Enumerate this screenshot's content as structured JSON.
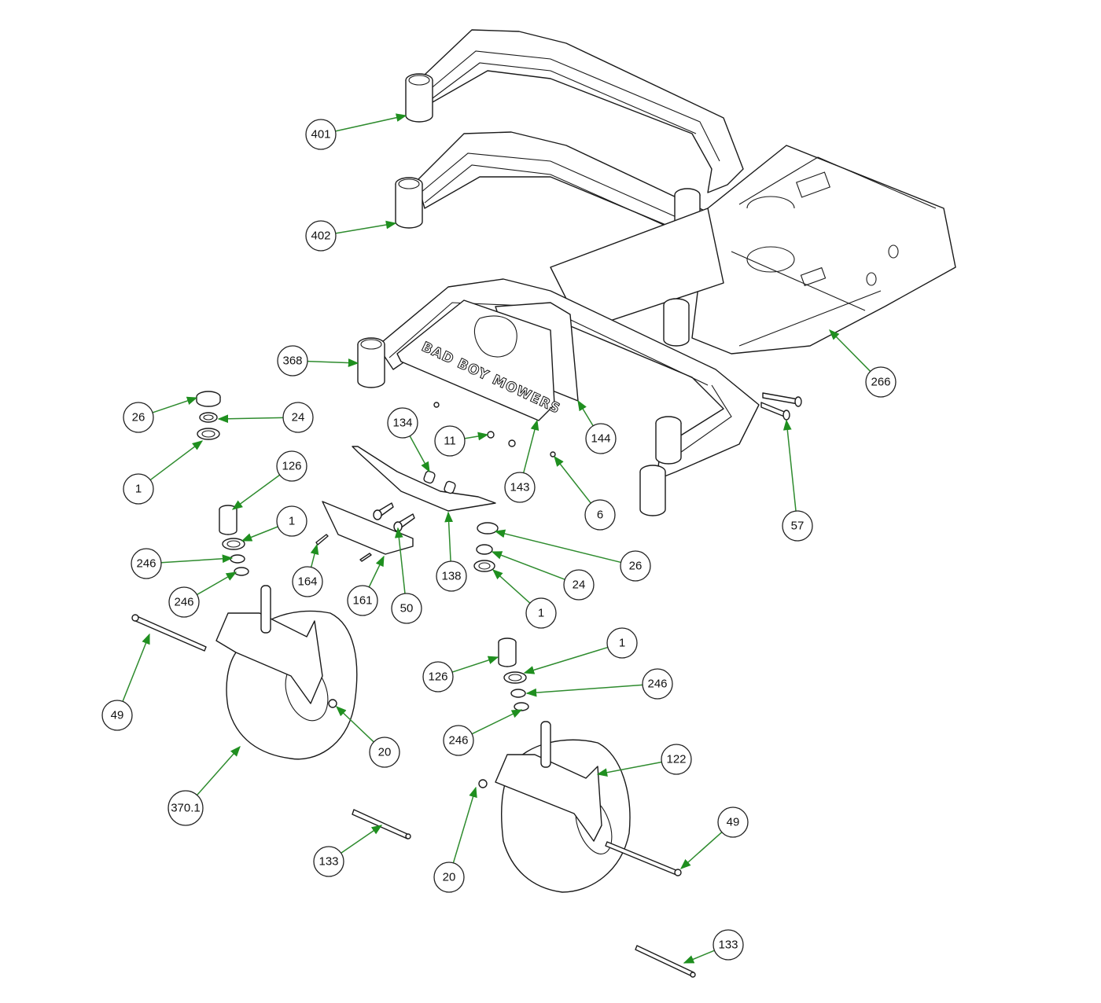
{
  "diagram": {
    "title": "Caster / Front Frame Exploded Parts Diagram",
    "brand_logo_text": "BAD BOY MOWERS",
    "colors": {
      "leader": "#2e8b2e",
      "arrowhead": "#1f8f1f",
      "outline": "#1a1a1a",
      "background": "#ffffff"
    },
    "callouts": [
      {
        "id": "c401",
        "label": "401"
      },
      {
        "id": "c402",
        "label": "402"
      },
      {
        "id": "c368",
        "label": "368"
      },
      {
        "id": "c266",
        "label": "266"
      },
      {
        "id": "c26a",
        "label": "26"
      },
      {
        "id": "c24a",
        "label": "24"
      },
      {
        "id": "c1a",
        "label": "1"
      },
      {
        "id": "c126a",
        "label": "126"
      },
      {
        "id": "c1b",
        "label": "1"
      },
      {
        "id": "c246a",
        "label": "246"
      },
      {
        "id": "c246b",
        "label": "246"
      },
      {
        "id": "c134",
        "label": "134"
      },
      {
        "id": "c11",
        "label": "11"
      },
      {
        "id": "c143",
        "label": "143"
      },
      {
        "id": "c144",
        "label": "144"
      },
      {
        "id": "c6",
        "label": "6"
      },
      {
        "id": "c57",
        "label": "57"
      },
      {
        "id": "c164",
        "label": "164"
      },
      {
        "id": "c161",
        "label": "161"
      },
      {
        "id": "c50",
        "label": "50"
      },
      {
        "id": "c138",
        "label": "138"
      },
      {
        "id": "c26b",
        "label": "26"
      },
      {
        "id": "c24b",
        "label": "24"
      },
      {
        "id": "c1c",
        "label": "1"
      },
      {
        "id": "c49a",
        "label": "49"
      },
      {
        "id": "c20a",
        "label": "20"
      },
      {
        "id": "c3701",
        "label": "370.1"
      },
      {
        "id": "c1d",
        "label": "1"
      },
      {
        "id": "c126b",
        "label": "126"
      },
      {
        "id": "c246c",
        "label": "246"
      },
      {
        "id": "c246d",
        "label": "246"
      },
      {
        "id": "c122",
        "label": "122"
      },
      {
        "id": "c49b",
        "label": "49"
      },
      {
        "id": "c133a",
        "label": "133"
      },
      {
        "id": "c20b",
        "label": "20"
      },
      {
        "id": "c133b",
        "label": "133"
      }
    ]
  }
}
